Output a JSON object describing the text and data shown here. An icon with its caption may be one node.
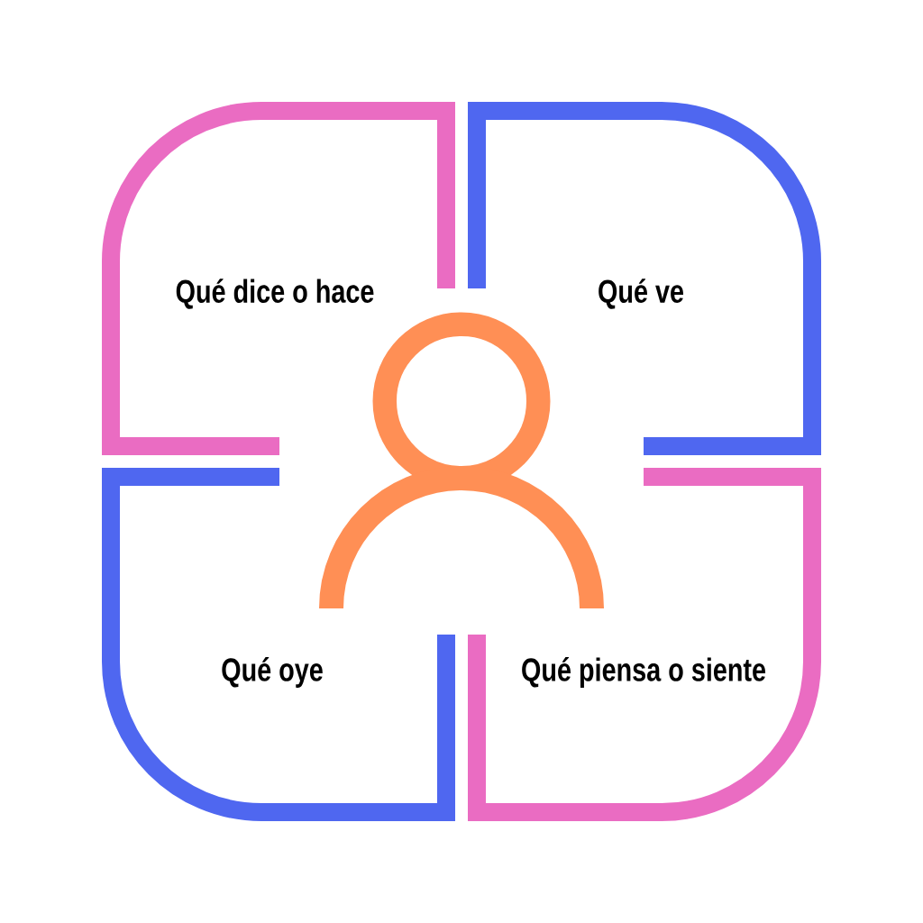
{
  "diagram": {
    "nodes": [
      {
        "text": [
          "Qué dice o hace"
        ]
      },
      {
        "text": [
          "Qué ve"
        ]
      },
      {
        "text": [
          "Qué oye"
        ]
      },
      {
        "text": [
          "Qué piensa o siente"
        ]
      }
    ]
  }
}
